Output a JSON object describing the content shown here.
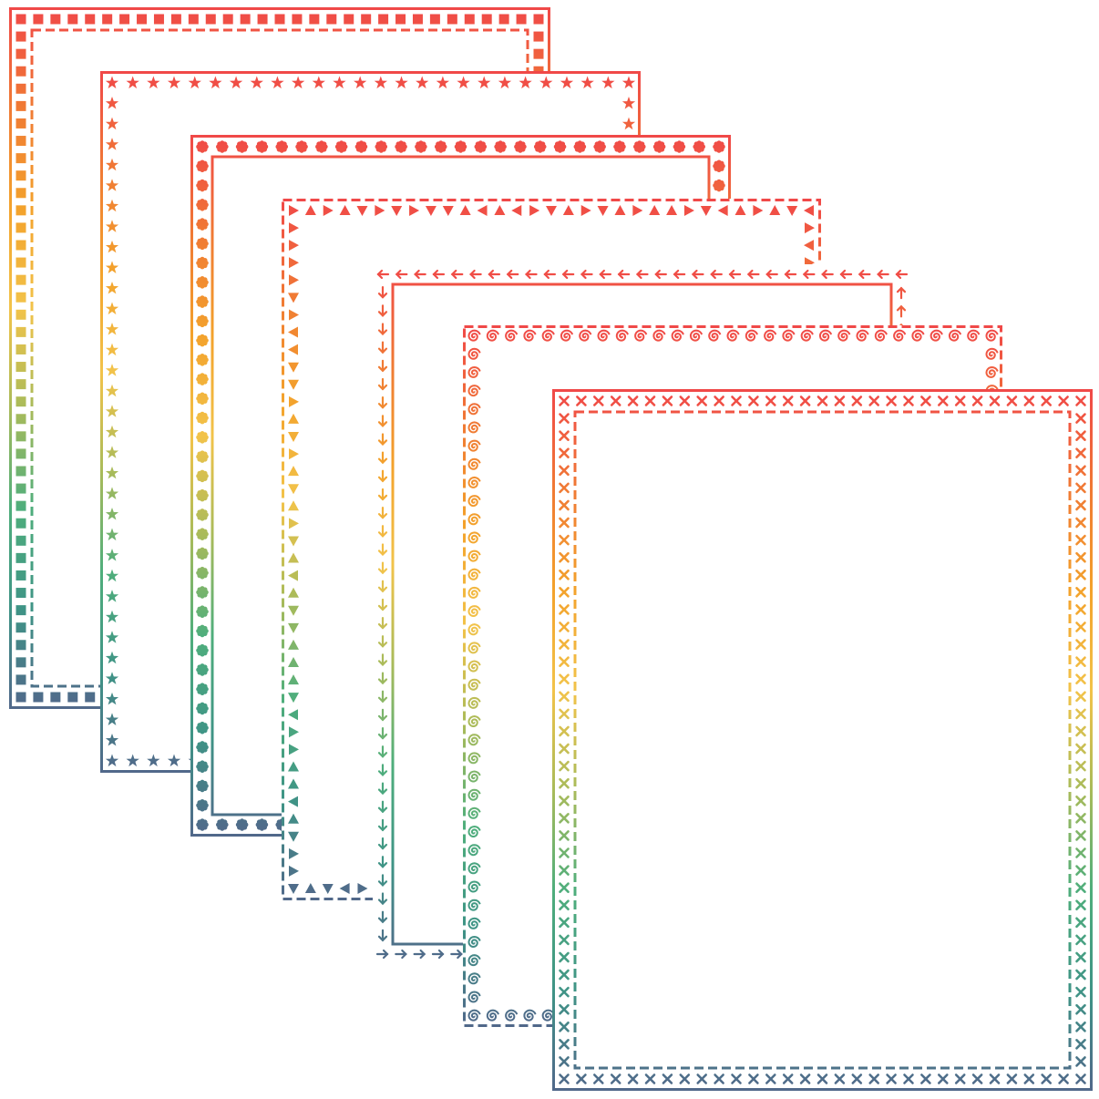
{
  "background": "#ffffff",
  "gradient_colors": [
    "#f04848",
    "#f07a34",
    "#f3a22c",
    "#f2c34a",
    "#a9bb5a",
    "#4fae7c",
    "#3f9486",
    "#51688a"
  ],
  "frames": [
    {
      "name": "squares-frame",
      "motif": "square",
      "outer_line": "solid",
      "inner_line": "dashed"
    },
    {
      "name": "stars-frame",
      "motif": "star",
      "outer_line": "solid",
      "inner_line": "none"
    },
    {
      "name": "flowers-frame",
      "motif": "flower",
      "outer_line": "solid",
      "inner_line": "solid"
    },
    {
      "name": "triangles-frame",
      "motif": "triangle",
      "outer_line": "dashed",
      "inner_line": "none"
    },
    {
      "name": "arrows-frame",
      "motif": "arrow",
      "outer_line": "none",
      "inner_line": "solid"
    },
    {
      "name": "spirals-frame",
      "motif": "spiral",
      "outer_line": "dashed",
      "inner_line": "none"
    },
    {
      "name": "crosses-frame",
      "motif": "cross",
      "outer_line": "solid",
      "inner_line": "dashed"
    }
  ]
}
